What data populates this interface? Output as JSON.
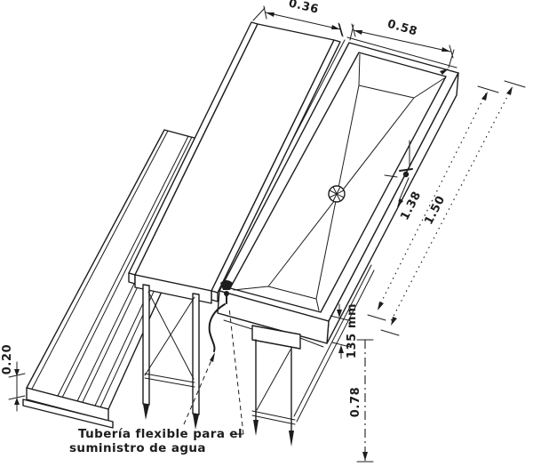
{
  "drawing": {
    "title_hidden": "",
    "colors": {
      "ink": "#1d1d1d",
      "paper": "#ffffff"
    },
    "dims": {
      "table_width": {
        "label": "0.36"
      },
      "sink_width": {
        "label": "0.58"
      },
      "basin_length": {
        "label": "1.38"
      },
      "sink_length": {
        "label": "1.50"
      },
      "rim_depth": {
        "label": "135 mm"
      },
      "sink_height": {
        "label": "0.78"
      },
      "platform_height": {
        "label": "0.20"
      }
    },
    "note": {
      "line1": "Tubería flexible para el",
      "line2": "suministro de agua"
    }
  }
}
